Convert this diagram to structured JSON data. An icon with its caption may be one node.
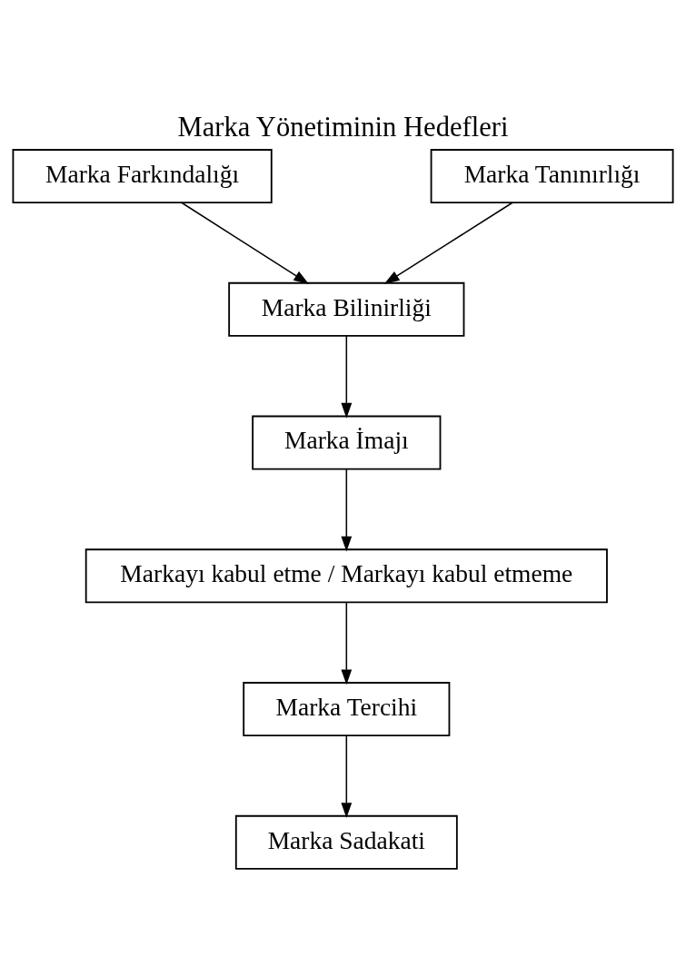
{
  "diagram": {
    "title": "Marka Yönetiminin Hedefleri",
    "nodes": [
      {
        "text": [
          "Marka Farkındalığı"
        ]
      },
      {
        "text": [
          "Marka Tanınırlığı"
        ]
      },
      {
        "text": [
          "Marka Bilinirliği"
        ]
      },
      {
        "text": [
          "Marka İmajı"
        ]
      },
      {
        "text": [
          "Markayı kabul etme / Markayı kabul etmeme"
        ]
      },
      {
        "text": [
          "Marka Tercihi"
        ]
      },
      {
        "text": [
          "Marka Sadakati"
        ]
      }
    ],
    "edges": [
      {
        "from": 0,
        "to": 2,
        "arrow": "to"
      },
      {
        "from": 1,
        "to": 2,
        "arrow": "to"
      },
      {
        "from": 2,
        "to": 3,
        "arrow": "to"
      },
      {
        "from": 3,
        "to": 4,
        "arrow": "to"
      },
      {
        "from": 4,
        "to": 5,
        "arrow": "to"
      },
      {
        "from": 5,
        "to": 6,
        "arrow": "to"
      }
    ]
  }
}
